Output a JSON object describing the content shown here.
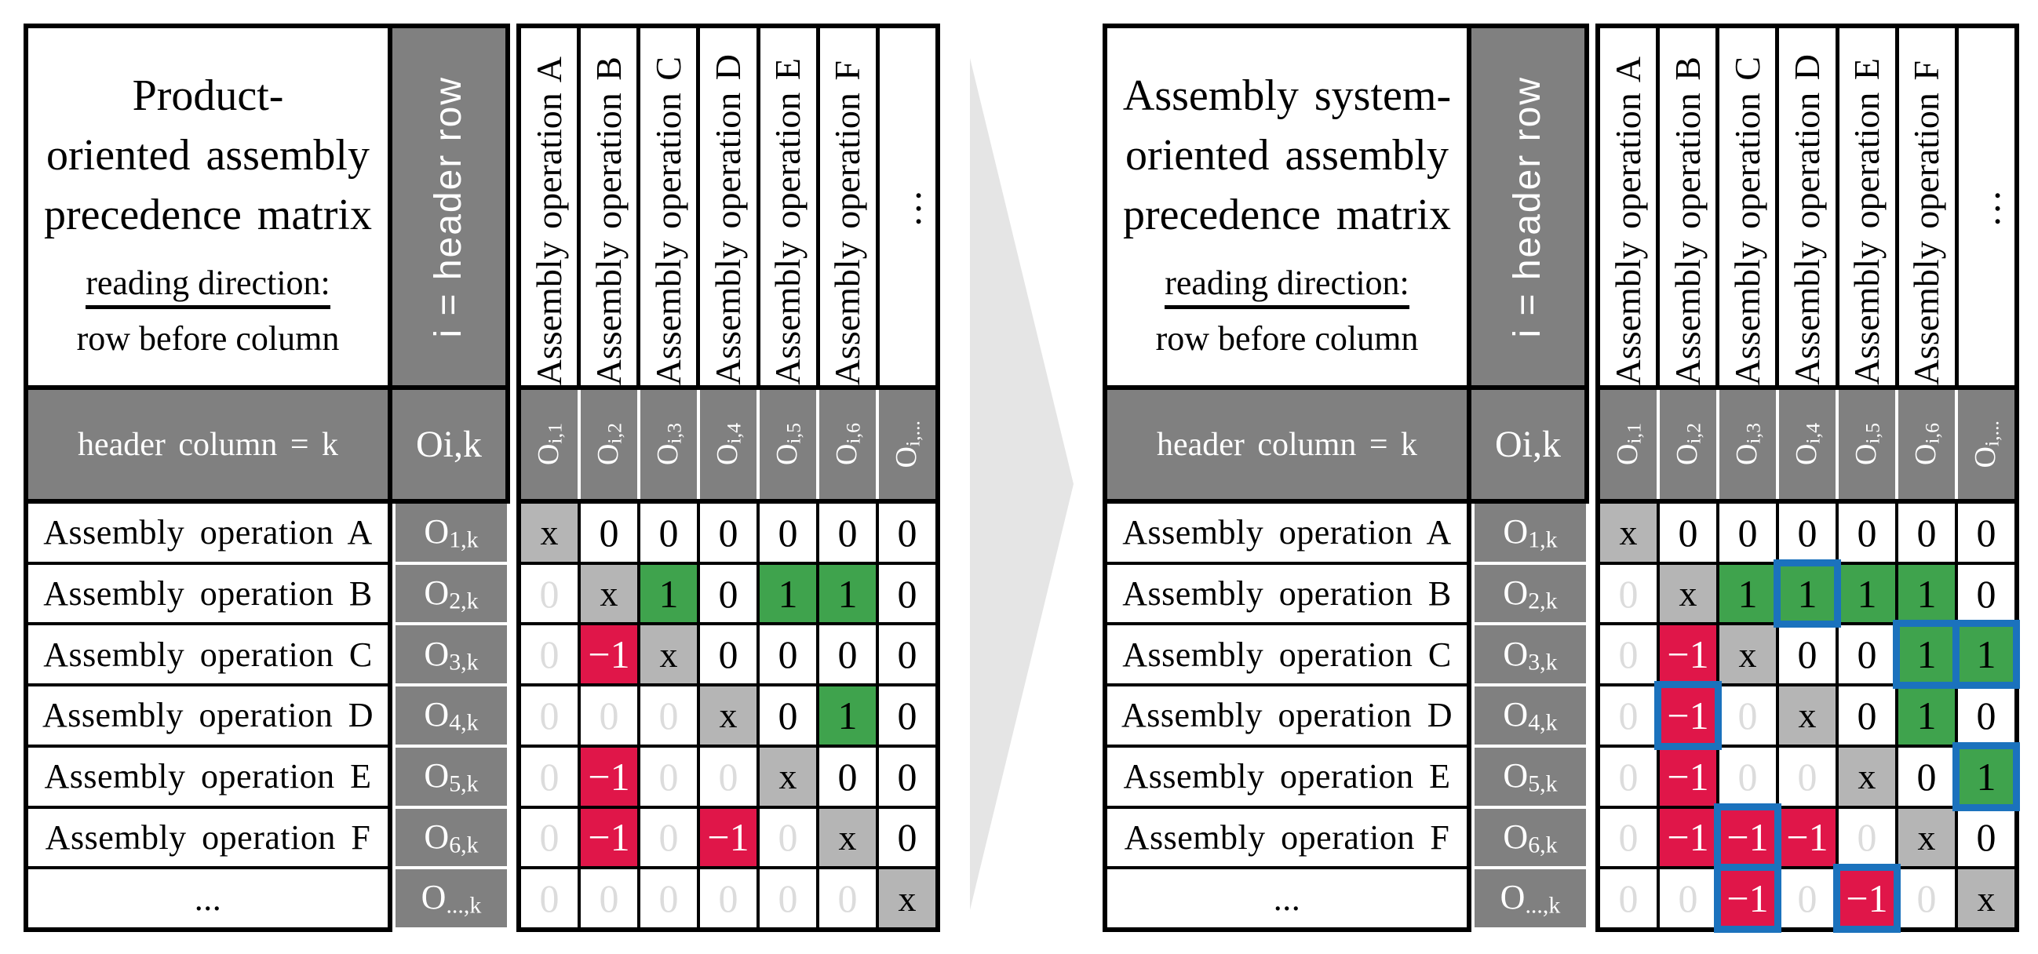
{
  "colors": {
    "header_gray": "#808080",
    "diagonal_gray": "#b5b5b5",
    "faint_zero_gray": "#dcdcdc",
    "positive_green": "#3fa34d",
    "negative_red": "#e01649",
    "highlight_blue": "#1b72bd",
    "arrow_gray": "#e5e5e5"
  },
  "arrow": {
    "shape": "triangle-pointing-right"
  },
  "left_matrix": {
    "title_lines": [
      "Product-",
      "oriented assembly",
      "precedence matrix"
    ],
    "reading_direction_label": "reading direction:",
    "reading_direction_value": "row before column",
    "header_row_label": "i = header row",
    "header_column_label": "header column = k",
    "matrix_symbol": "Oi,k",
    "column_headers": [
      "Assembly operation A",
      "Assembly operation B",
      "Assembly operation C",
      "Assembly operation D",
      "Assembly operation E",
      "Assembly operation F",
      "..."
    ],
    "column_keys": [
      {
        "base": "O",
        "sub": "i,1"
      },
      {
        "base": "O",
        "sub": "i,2"
      },
      {
        "base": "O",
        "sub": "i,3"
      },
      {
        "base": "O",
        "sub": "i,4"
      },
      {
        "base": "O",
        "sub": "i,5"
      },
      {
        "base": "O",
        "sub": "i,6"
      },
      {
        "base": "O",
        "sub": "i,..."
      }
    ],
    "row_labels": [
      "Assembly operation A",
      "Assembly operation B",
      "Assembly operation C",
      "Assembly operation D",
      "Assembly operation E",
      "Assembly operation F",
      "..."
    ],
    "row_keys": [
      {
        "base": "O",
        "sub": "1,k"
      },
      {
        "base": "O",
        "sub": "2,k"
      },
      {
        "base": "O",
        "sub": "3,k"
      },
      {
        "base": "O",
        "sub": "4,k"
      },
      {
        "base": "O",
        "sub": "5,k"
      },
      {
        "base": "O",
        "sub": "6,k"
      },
      {
        "base": "O",
        "sub": "...,k"
      }
    ],
    "cells": [
      [
        {
          "v": "x",
          "s": "diag"
        },
        {
          "v": "0",
          "s": "plain"
        },
        {
          "v": "0",
          "s": "plain"
        },
        {
          "v": "0",
          "s": "plain"
        },
        {
          "v": "0",
          "s": "plain"
        },
        {
          "v": "0",
          "s": "plain"
        },
        {
          "v": "0",
          "s": "plain"
        }
      ],
      [
        {
          "v": "0",
          "s": "faint"
        },
        {
          "v": "x",
          "s": "diag"
        },
        {
          "v": "1",
          "s": "green"
        },
        {
          "v": "0",
          "s": "plain"
        },
        {
          "v": "1",
          "s": "green"
        },
        {
          "v": "1",
          "s": "green"
        },
        {
          "v": "0",
          "s": "plain"
        }
      ],
      [
        {
          "v": "0",
          "s": "faint"
        },
        {
          "v": "−1",
          "s": "red"
        },
        {
          "v": "x",
          "s": "diag"
        },
        {
          "v": "0",
          "s": "plain"
        },
        {
          "v": "0",
          "s": "plain"
        },
        {
          "v": "0",
          "s": "plain"
        },
        {
          "v": "0",
          "s": "plain"
        }
      ],
      [
        {
          "v": "0",
          "s": "faint"
        },
        {
          "v": "0",
          "s": "faint"
        },
        {
          "v": "0",
          "s": "faint"
        },
        {
          "v": "x",
          "s": "diag"
        },
        {
          "v": "0",
          "s": "plain"
        },
        {
          "v": "1",
          "s": "green"
        },
        {
          "v": "0",
          "s": "plain"
        }
      ],
      [
        {
          "v": "0",
          "s": "faint"
        },
        {
          "v": "−1",
          "s": "red"
        },
        {
          "v": "0",
          "s": "faint"
        },
        {
          "v": "0",
          "s": "faint"
        },
        {
          "v": "x",
          "s": "diag"
        },
        {
          "v": "0",
          "s": "plain"
        },
        {
          "v": "0",
          "s": "plain"
        }
      ],
      [
        {
          "v": "0",
          "s": "faint"
        },
        {
          "v": "−1",
          "s": "red"
        },
        {
          "v": "0",
          "s": "faint"
        },
        {
          "v": "−1",
          "s": "red"
        },
        {
          "v": "0",
          "s": "faint"
        },
        {
          "v": "x",
          "s": "diag"
        },
        {
          "v": "0",
          "s": "plain"
        }
      ],
      [
        {
          "v": "0",
          "s": "faint"
        },
        {
          "v": "0",
          "s": "faint"
        },
        {
          "v": "0",
          "s": "faint"
        },
        {
          "v": "0",
          "s": "faint"
        },
        {
          "v": "0",
          "s": "faint"
        },
        {
          "v": "0",
          "s": "faint"
        },
        {
          "v": "x",
          "s": "diag"
        }
      ]
    ]
  },
  "right_matrix": {
    "title_lines": [
      "Assembly system-",
      "oriented assembly",
      "precedence matrix"
    ],
    "reading_direction_label": "reading direction:",
    "reading_direction_value": "row before column",
    "header_row_label": "i = header row",
    "header_column_label": "header column = k",
    "matrix_symbol": "Oi,k",
    "column_headers": [
      "Assembly operation A",
      "Assembly operation B",
      "Assembly operation C",
      "Assembly operation D",
      "Assembly operation E",
      "Assembly operation F",
      "..."
    ],
    "column_keys": [
      {
        "base": "O",
        "sub": "i,1"
      },
      {
        "base": "O",
        "sub": "i,2"
      },
      {
        "base": "O",
        "sub": "i,3"
      },
      {
        "base": "O",
        "sub": "i,4"
      },
      {
        "base": "O",
        "sub": "i,5"
      },
      {
        "base": "O",
        "sub": "i,6"
      },
      {
        "base": "O",
        "sub": "i,..."
      }
    ],
    "row_labels": [
      "Assembly operation A",
      "Assembly operation B",
      "Assembly operation C",
      "Assembly operation D",
      "Assembly operation E",
      "Assembly operation F",
      "..."
    ],
    "row_keys": [
      {
        "base": "O",
        "sub": "1,k"
      },
      {
        "base": "O",
        "sub": "2,k"
      },
      {
        "base": "O",
        "sub": "3,k"
      },
      {
        "base": "O",
        "sub": "4,k"
      },
      {
        "base": "O",
        "sub": "5,k"
      },
      {
        "base": "O",
        "sub": "6,k"
      },
      {
        "base": "O",
        "sub": "...,k"
      }
    ],
    "cells": [
      [
        {
          "v": "x",
          "s": "diag"
        },
        {
          "v": "0",
          "s": "plain"
        },
        {
          "v": "0",
          "s": "plain"
        },
        {
          "v": "0",
          "s": "plain"
        },
        {
          "v": "0",
          "s": "plain"
        },
        {
          "v": "0",
          "s": "plain"
        },
        {
          "v": "0",
          "s": "plain"
        }
      ],
      [
        {
          "v": "0",
          "s": "faint"
        },
        {
          "v": "x",
          "s": "diag"
        },
        {
          "v": "1",
          "s": "green"
        },
        {
          "v": "1",
          "s": "green",
          "b": true
        },
        {
          "v": "1",
          "s": "green"
        },
        {
          "v": "1",
          "s": "green"
        },
        {
          "v": "0",
          "s": "plain"
        }
      ],
      [
        {
          "v": "0",
          "s": "faint"
        },
        {
          "v": "−1",
          "s": "red"
        },
        {
          "v": "x",
          "s": "diag"
        },
        {
          "v": "0",
          "s": "plain"
        },
        {
          "v": "0",
          "s": "plain"
        },
        {
          "v": "1",
          "s": "green",
          "b": true
        },
        {
          "v": "1",
          "s": "green",
          "b": true
        }
      ],
      [
        {
          "v": "0",
          "s": "faint"
        },
        {
          "v": "−1",
          "s": "red",
          "b": true
        },
        {
          "v": "0",
          "s": "faint"
        },
        {
          "v": "x",
          "s": "diag"
        },
        {
          "v": "0",
          "s": "plain"
        },
        {
          "v": "1",
          "s": "green"
        },
        {
          "v": "0",
          "s": "plain"
        }
      ],
      [
        {
          "v": "0",
          "s": "faint"
        },
        {
          "v": "−1",
          "s": "red"
        },
        {
          "v": "0",
          "s": "faint"
        },
        {
          "v": "0",
          "s": "faint"
        },
        {
          "v": "x",
          "s": "diag"
        },
        {
          "v": "0",
          "s": "plain"
        },
        {
          "v": "1",
          "s": "green",
          "b": true
        }
      ],
      [
        {
          "v": "0",
          "s": "faint"
        },
        {
          "v": "−1",
          "s": "red"
        },
        {
          "v": "−1",
          "s": "red",
          "b": true
        },
        {
          "v": "−1",
          "s": "red"
        },
        {
          "v": "0",
          "s": "faint"
        },
        {
          "v": "x",
          "s": "diag"
        },
        {
          "v": "0",
          "s": "plain"
        }
      ],
      [
        {
          "v": "0",
          "s": "faint"
        },
        {
          "v": "0",
          "s": "faint"
        },
        {
          "v": "−1",
          "s": "red",
          "b": true
        },
        {
          "v": "0",
          "s": "faint"
        },
        {
          "v": "−1",
          "s": "red",
          "b": true
        },
        {
          "v": "0",
          "s": "faint"
        },
        {
          "v": "x",
          "s": "diag"
        }
      ]
    ]
  }
}
